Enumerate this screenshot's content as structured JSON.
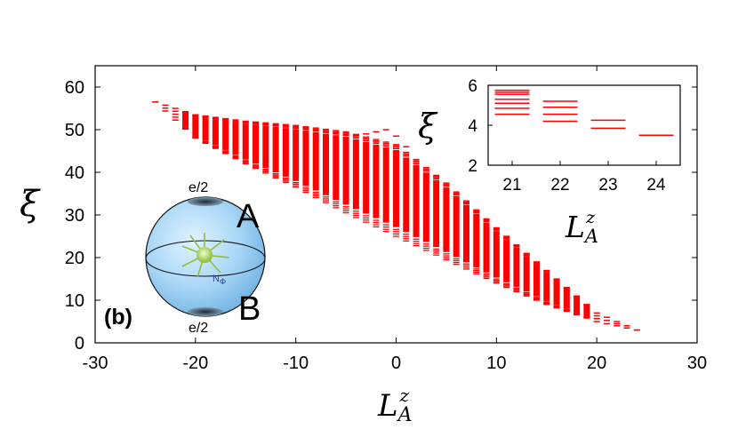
{
  "chart_data": [
    {
      "type": "scatter",
      "panel_label": "(b)",
      "xlabel": "L",
      "xlabel_sub": "A",
      "xlabel_sup": "z",
      "ylabel": "ξ",
      "xlim": [
        -30,
        30
      ],
      "ylim": [
        0,
        65
      ],
      "xticks": [
        -30,
        -20,
        -10,
        0,
        10,
        20,
        30
      ],
      "yticks": [
        0,
        10,
        20,
        30,
        40,
        50,
        60
      ],
      "marker": "horizontal dash",
      "color": "#ff0000",
      "band_lower_edge": {
        "x": [
          -24,
          -20,
          -15,
          -10,
          -5,
          0,
          5,
          10,
          15,
          20,
          24
        ],
        "y": [
          56.5,
          48,
          42,
          36.5,
          30.5,
          25,
          19.5,
          14,
          9,
          5,
          3
        ]
      },
      "band_upper_edge": {
        "x": [
          -24,
          -20,
          -15,
          -10,
          -5,
          0,
          5,
          10,
          15,
          20,
          24
        ],
        "y": [
          56.5,
          53.5,
          52,
          51,
          49.5,
          46.5,
          37.5,
          27,
          17,
          7,
          3
        ]
      },
      "upper_branch": {
        "x": [
          -6,
          -5,
          -4,
          -3,
          -2,
          -1,
          0,
          1,
          2
        ],
        "y": [
          49,
          48.8,
          48.8,
          49,
          49.5,
          50,
          48.5,
          46,
          43
        ]
      },
      "inset_diagram": {
        "labels": [
          "A",
          "B",
          "e/2",
          "e/2",
          "N",
          "Φ"
        ]
      }
    },
    {
      "type": "scatter",
      "role": "inset",
      "xlabel": "L",
      "xlabel_sub": "A",
      "xlabel_sup": "z",
      "ylabel": "ξ",
      "xlim": [
        20.5,
        24.5
      ],
      "ylim": [
        2,
        6
      ],
      "xticks": [
        21,
        22,
        23,
        24
      ],
      "yticks": [
        2,
        4,
        6
      ],
      "levels": [
        {
          "x": 21,
          "y": [
            4.55,
            4.85,
            5.1,
            5.3,
            5.55,
            5.65,
            5.75
          ]
        },
        {
          "x": 22,
          "y": [
            4.2,
            4.55,
            4.9,
            5.2
          ]
        },
        {
          "x": 23,
          "y": [
            3.85,
            4.25
          ]
        },
        {
          "x": 24,
          "y": [
            3.5
          ]
        }
      ],
      "color": "#ff0000"
    }
  ]
}
